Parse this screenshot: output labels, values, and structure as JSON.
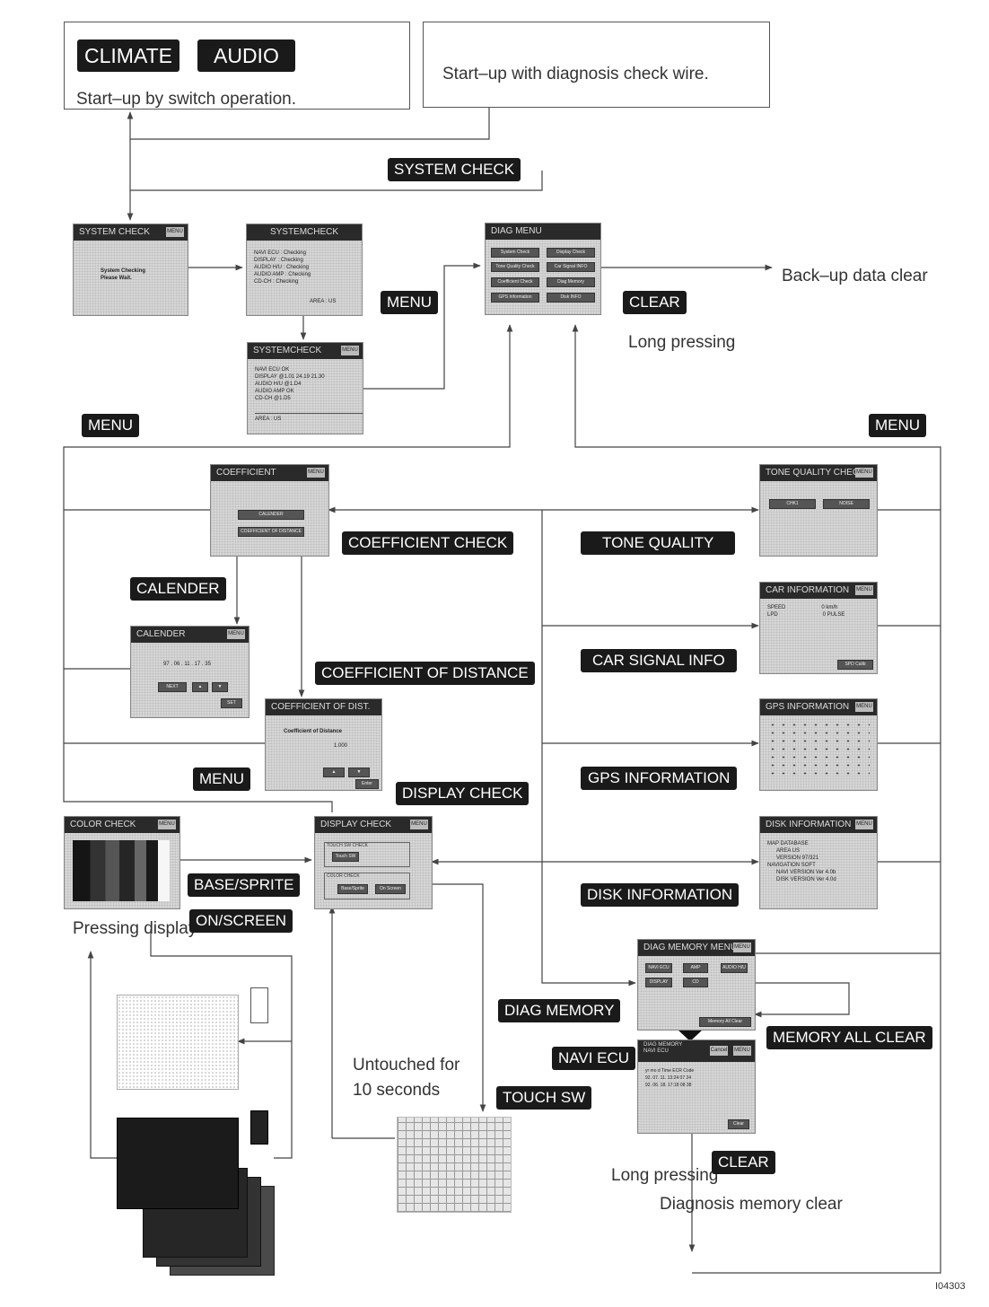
{
  "top": {
    "climate": "CLIMATE",
    "audio": "AUDIO",
    "switch_text": "Start–up by switch operation.",
    "wire_text": "Start–up with diagnosis check wire."
  },
  "labels": {
    "system_check": "SYSTEM CHECK",
    "menu": "MENU",
    "clear": "CLEAR",
    "long_pressing": "Long pressing",
    "backup_clear": "Back–up data clear",
    "coefficient_check": "COEFFICIENT CHECK",
    "tone_quality": "TONE QUALITY",
    "calender": "CALENDER",
    "coefficient_of_distance": "COEFFICIENT OF DISTANCE",
    "car_signal_info": "CAR SIGNAL INFO",
    "gps_information": "GPS INFORMATION",
    "display_check": "DISPLAY CHECK",
    "disk_information": "DISK INFORMATION",
    "base_sprite": "BASE/SPRITE",
    "on_screen": "ON/SCREEN",
    "pressing_display": "Pressing display",
    "diag_memory": "DIAG MEMORY",
    "navi_ecu": "NAVI ECU",
    "memory_all_clear": "MEMORY ALL CLEAR",
    "touch_sw": "TOUCH SW",
    "untouched_1": "Untouched for",
    "untouched_2": "10 seconds",
    "diag_memory_clear": "Diagnosis memory clear",
    "figure_id": "I04303"
  },
  "screens": {
    "system_check_1": {
      "title": "SYSTEM CHECK",
      "line1": "System Checking",
      "line2": "Please Wait."
    },
    "system_check_2": {
      "title": "SYSTEMCHECK",
      "rows": [
        "NAVI ECU      : Checking",
        "DISPLAY       : Checking",
        "AUDIO H/U     : Checking",
        "AUDIO AMP     : Checking",
        "CD-CH         : Checking"
      ],
      "area": "AREA : US"
    },
    "system_check_3": {
      "title": "SYSTEMCHECK",
      "rows": [
        "NAVI ECU    OK",
        "DISPLAY     @1.01 24.19 21.30",
        "AUDIO H/U   @1.D4",
        "AUDIO AMP   OK",
        "CD-CH       @1.D5"
      ],
      "area": "AREA : US"
    },
    "diag_menu": {
      "title": "DIAG MENU",
      "buttons": [
        "System Check",
        "Display Check",
        "Tone Quality Check",
        "Car Signal INFO",
        "Coefficient Check",
        "Diag Memory",
        "GPS Information",
        "Disk INFO"
      ]
    },
    "coefficient": {
      "title": "COEFFICIENT",
      "btn1": "CALENDER",
      "btn2": "COEFFICIENT OF DISTANCE"
    },
    "tone_quality": {
      "title": "TONE QUALITY CHECK",
      "btn1": "CHK1",
      "btn2": "NOISE"
    },
    "calender": {
      "title": "CALENDER",
      "date": "97 . 06 . 11 . 17 . 35",
      "btn": "NEXT",
      "set": "SET"
    },
    "car_information": {
      "title": "CAR INFORMATION",
      "r1a": "SPEED",
      "r1b": "0 km/h",
      "r2a": "LPD",
      "r2b": "0 PULSE",
      "btn": "SPD Calib"
    },
    "coef_dist": {
      "title": "COEFFICIENT OF DIST.",
      "l1": "Coefficient of Distance",
      "l2": "1.000",
      "enter": "Enter"
    },
    "gps_information": {
      "title": "GPS INFORMATION"
    },
    "color_check": {
      "title": "COLOR CHECK"
    },
    "display_check": {
      "title": "DISPLAY CHECK",
      "touch": "TOUCH SW CHECK",
      "touch_btn": "Touch SW",
      "color": "COLOR CHECK",
      "c1": "Base/Sprite",
      "c2": "On Screen"
    },
    "disk_information": {
      "title": "DISK INFORMATION",
      "rows": [
        "MAP DATABASE",
        "AREA       US",
        "VERSION    97/321",
        "NAVIGATION SOFT",
        "NAVI VERSION  Ver 4.0b",
        "DISK VERSION  Ver 4.0d"
      ]
    },
    "diag_memory_menu": {
      "title": "DIAG MEMORY MENU",
      "b1": "NAVI ECU",
      "b2": "AMP",
      "b3": "AUDIO H/U",
      "b4": "DISPLAY",
      "b5": "CD",
      "clear": "Memory All Clear"
    },
    "navi_ecu_memory": {
      "title": "DIAG MEMORY",
      "subtitle": "NAVI ECU",
      "cancel": "Cancel",
      "header": "yr  mo  d    Time   ECR  Code",
      "r1": "92. 07. 11.  13:24  07   24",
      "r2": "92. 06. 18.  17:18  08   38",
      "clear": "Clear"
    }
  },
  "colors": {
    "badge": "#1a1a1a",
    "screen": "#d7d7d7"
  }
}
